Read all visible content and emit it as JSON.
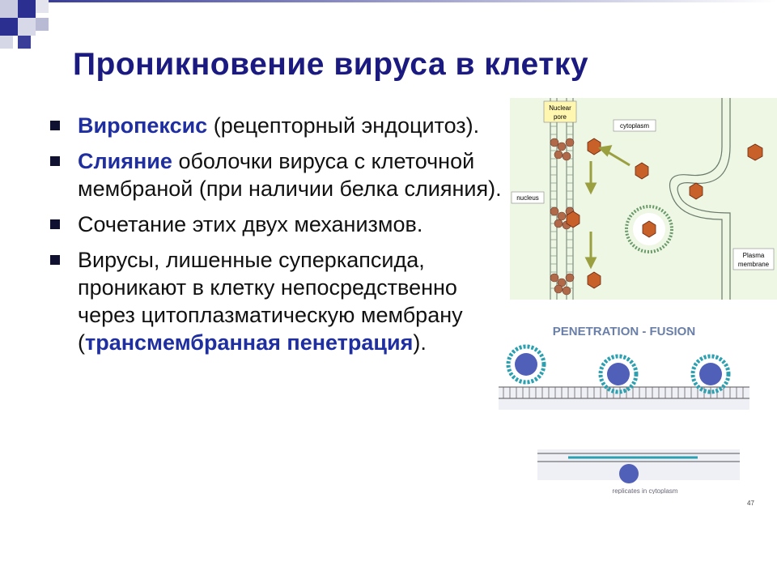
{
  "title": "Проникновение вируса в клетку",
  "bullets": [
    {
      "kw": "Виропексис",
      "text": " (рецепторный эндоцитоз)."
    },
    {
      "kw": "Слияние",
      "text": " оболочки вируса с клеточной мембраной (при наличии белка слияния)."
    },
    {
      "kw": "",
      "text": "Сочетание этих двух механизмов."
    },
    {
      "kw": "",
      "text": "Вирусы, лишенные суперкапсида, проникают в клетку непосредственно через цитоплазматическую мембрану (",
      "kw2": "трансмембранная пенетрация",
      "tail": ")."
    }
  ],
  "diagram1": {
    "nuclear_pore": [
      "Nuclear",
      "pore"
    ],
    "cytoplasm": "cytoplasm",
    "nucleus": "nucleus",
    "plasma_membrane": [
      "Plasma",
      "membrane"
    ]
  },
  "diagram2": {
    "title": "PENETRATION - FUSION",
    "caption": "replicates in cytoplasm",
    "page_number": "47"
  },
  "colors": {
    "title": "#1a1a80",
    "keyword": "#1f2fa0",
    "deco_blue": "#2b2f8f"
  }
}
